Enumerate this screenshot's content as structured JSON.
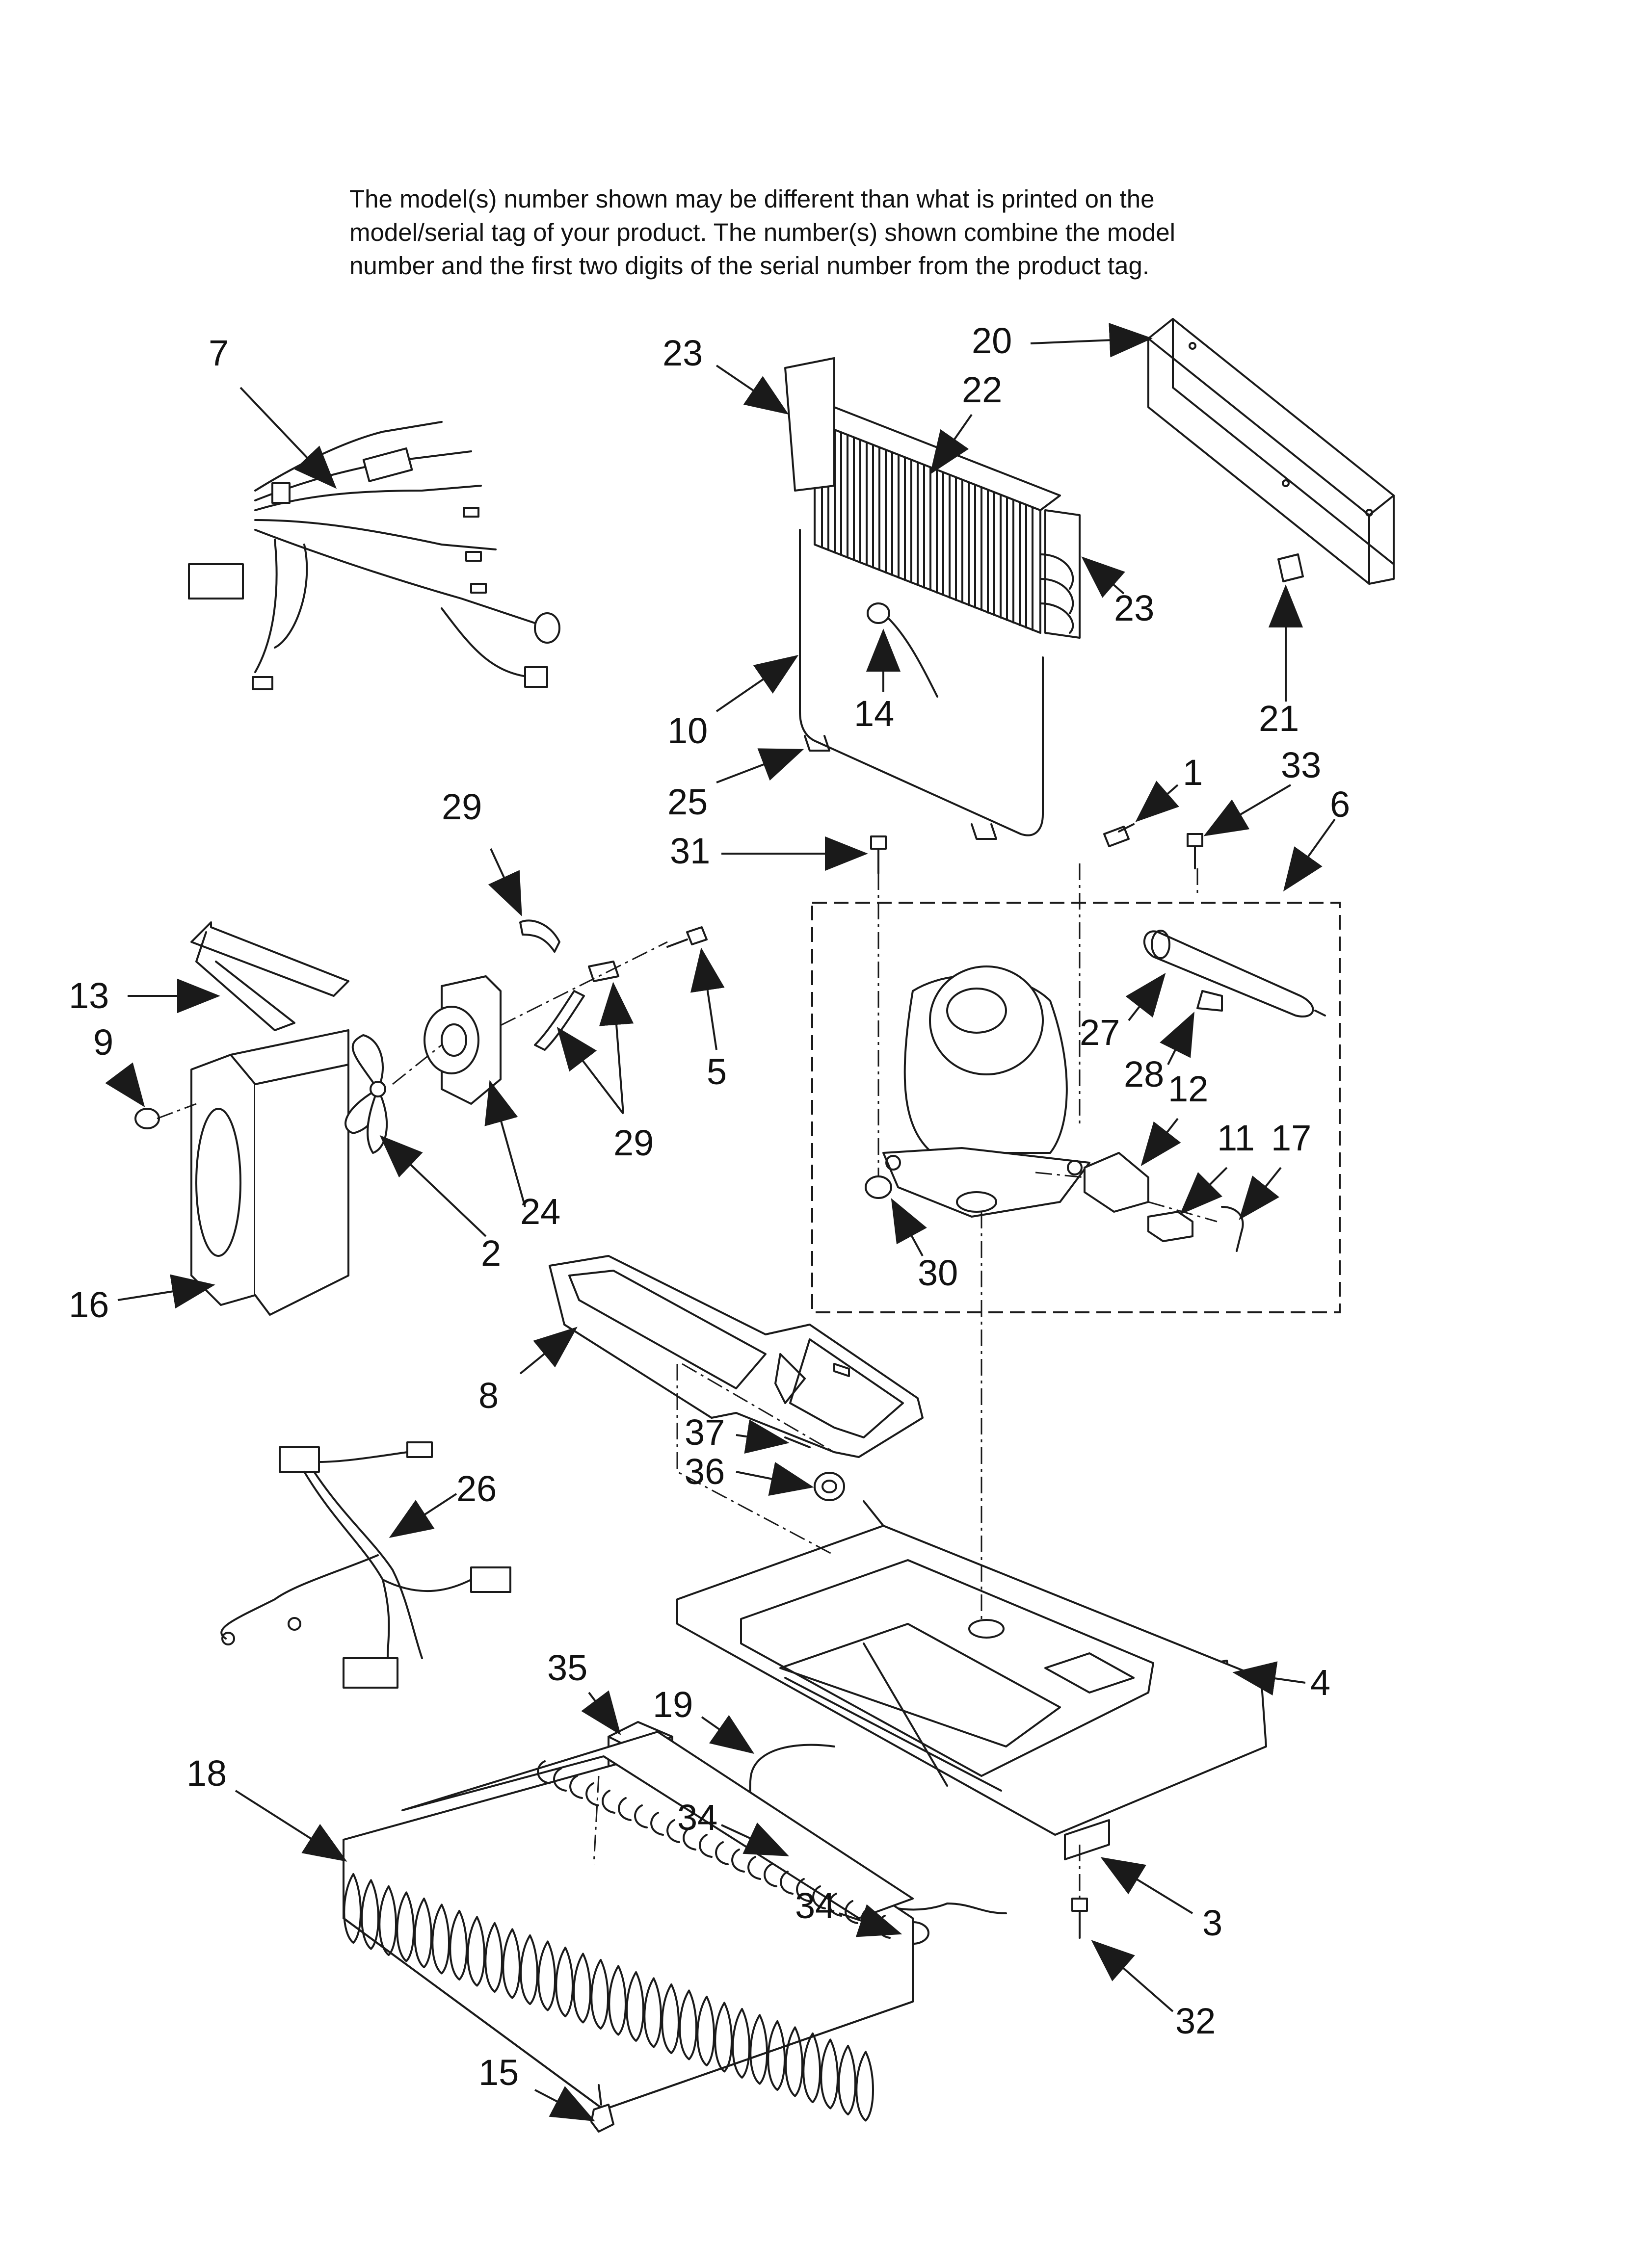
{
  "notice": {
    "lines": [
      "The model(s) number shown may be different than what is printed on the",
      "model/serial tag of your product. The number(s) shown combine the model",
      "number and the first two digits of the serial number from the product tag."
    ]
  },
  "callouts": {
    "c1": "1",
    "c2": "2",
    "c3": "3",
    "c4": "4",
    "c5": "5",
    "c6": "6",
    "c7": "7",
    "c8": "8",
    "c9": "9",
    "c10": "10",
    "c11": "11",
    "c12": "12",
    "c13": "13",
    "c14": "14",
    "c15": "15",
    "c16": "16",
    "c17": "17",
    "c18": "18",
    "c19": "19",
    "c20": "20",
    "c21": "21",
    "c22": "22",
    "c23": "23",
    "c24": "24",
    "c25": "25",
    "c26": "26",
    "c27": "27",
    "c28": "28",
    "c29": "29",
    "c30": "30",
    "c31": "31",
    "c32": "32",
    "c33": "33",
    "c34": "34",
    "c35": "35",
    "c36": "36",
    "c37": "37"
  }
}
